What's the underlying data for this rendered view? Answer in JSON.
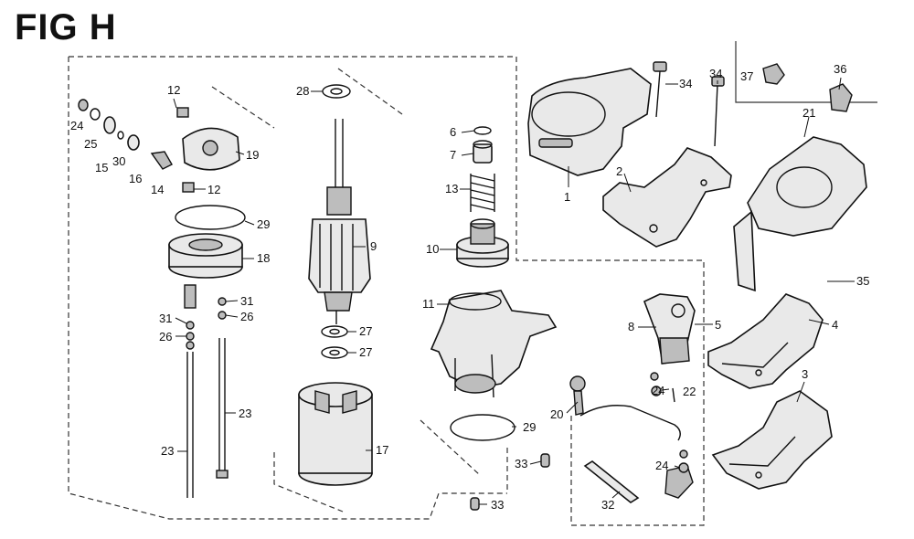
{
  "figure": {
    "title": "FIG H"
  },
  "callouts": {
    "c1": "1",
    "c2": "2",
    "c3": "3",
    "c4": "4",
    "c5": "5",
    "c6": "6",
    "c7": "7",
    "c8": "8",
    "c9": "9",
    "c10": "10",
    "c11": "11",
    "c12a": "12",
    "c12b": "12",
    "c13": "13",
    "c14": "14",
    "c15": "15",
    "c16": "16",
    "c17": "17",
    "c18": "18",
    "c19": "19",
    "c20": "20",
    "c21": "21",
    "c22": "22",
    "c23a": "23",
    "c23b": "23",
    "c24a": "24",
    "c24b": "24",
    "c24c": "24",
    "c25": "25",
    "c26a": "26",
    "c26b": "26",
    "c27a": "27",
    "c27b": "27",
    "c28": "28",
    "c29a": "29",
    "c29b": "29",
    "c30": "30",
    "c31a": "31",
    "c31b": "31",
    "c32": "32",
    "c33a": "33",
    "c33b": "33",
    "c34a": "34",
    "c34b": "34",
    "c35": "35",
    "c36": "36",
    "c37": "37"
  }
}
